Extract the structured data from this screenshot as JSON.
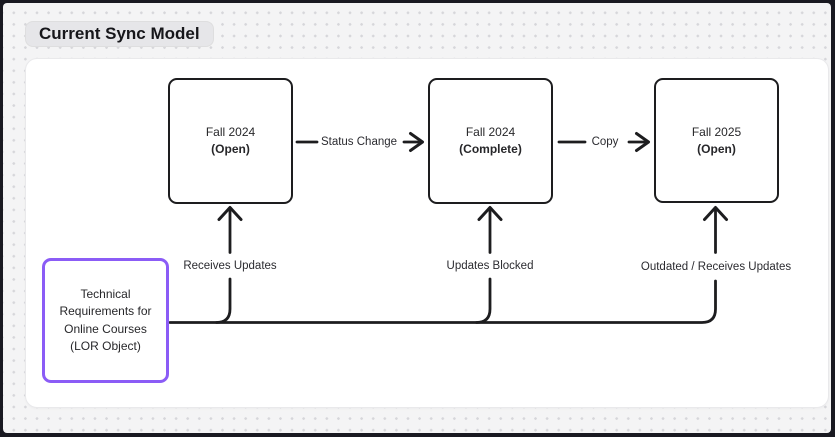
{
  "title": "Current Sync Model",
  "colors": {
    "accent_purple": "#8b5cf6",
    "line_black": "#1d1d1f",
    "canvas_white": "#ffffff",
    "board_gray": "#f4f4f5",
    "frame_dark": "#191921"
  },
  "nodes": {
    "fall2024_open": {
      "title": "Fall 2024",
      "status": "(Open)"
    },
    "fall2024_complete": {
      "title": "Fall 2024",
      "status": "(Complete)"
    },
    "fall2025_open": {
      "title": "Fall 2025",
      "status": "(Open)"
    }
  },
  "source": {
    "text": "Technical\nRequirements for\nOnline Courses\n(LOR Object)"
  },
  "edges": {
    "status_change": "Status Change",
    "copy": "Copy",
    "receives_updates": "Receives Updates",
    "updates_blocked": "Updates Blocked",
    "outdated": "Outdated / Receives Updates"
  }
}
